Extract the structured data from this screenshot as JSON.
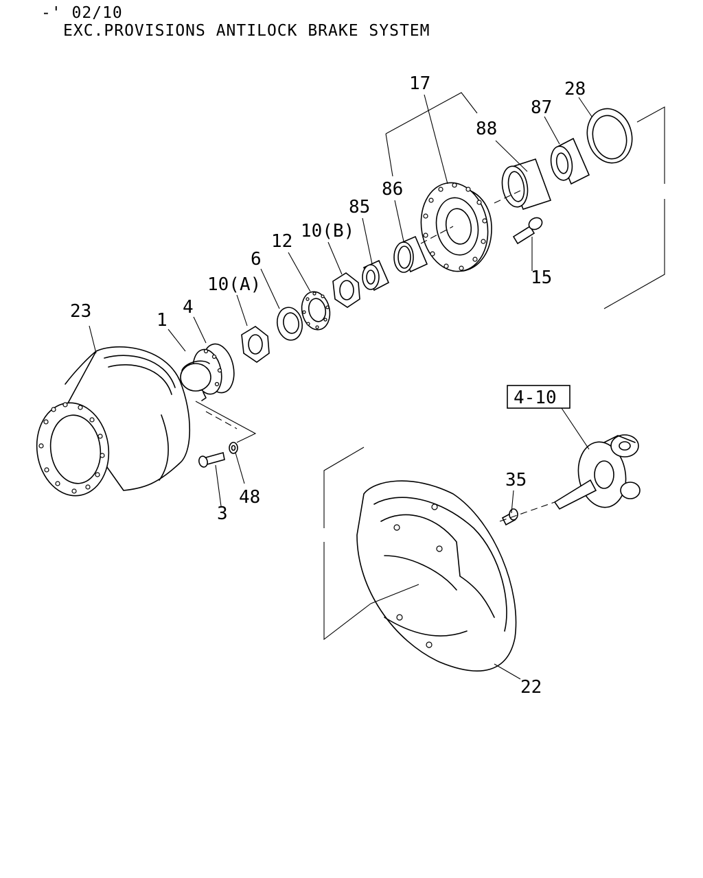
{
  "header": {
    "line1": "-' 02/10",
    "line2": "EXC.PROVISIONS ANTILOCK BRAKE SYSTEM"
  },
  "parts": {
    "p1": "1",
    "p3": "3",
    "p4": "4",
    "p6": "6",
    "p10a": "10(A)",
    "p10b": "10(B)",
    "p12": "12",
    "p15": "15",
    "p17": "17",
    "p22": "22",
    "p23": "23",
    "p28": "28",
    "p35": "35",
    "p48": "48",
    "p85": "85",
    "p86": "86",
    "p87": "87",
    "p88": "88"
  },
  "reference_box": "4-10"
}
